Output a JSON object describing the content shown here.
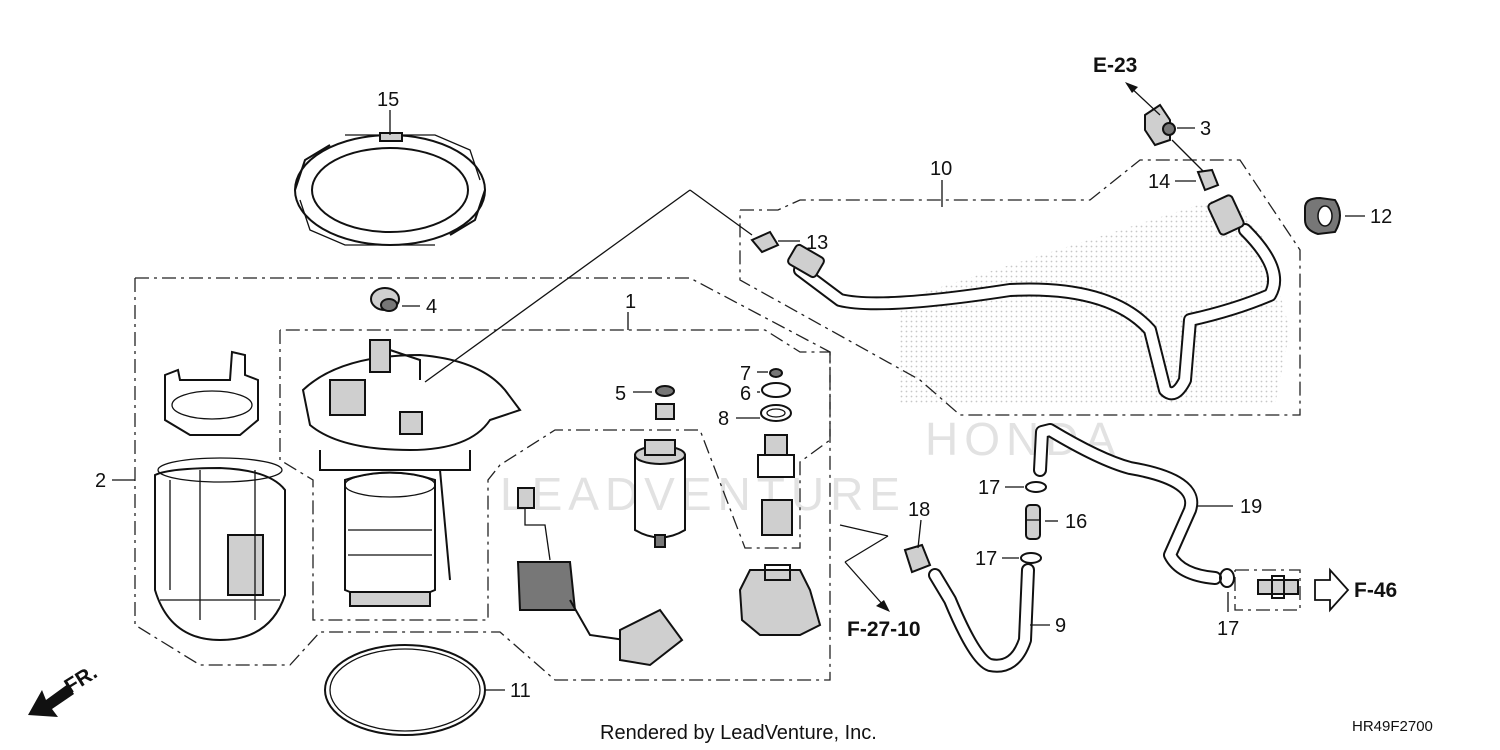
{
  "callouts": {
    "c1": "1",
    "c2": "2",
    "c3": "3",
    "c4": "4",
    "c5": "5",
    "c6": "6",
    "c7": "7",
    "c8": "8",
    "c9": "9",
    "c10": "10",
    "c11": "11",
    "c12": "12",
    "c13": "13",
    "c14": "14",
    "c15": "15",
    "c16": "16",
    "c17a": "17",
    "c17b": "17",
    "c17c": "17",
    "c18": "18",
    "c19": "19"
  },
  "references": {
    "e23": "E-23",
    "f46": "F-46",
    "f2710": "F-27-10"
  },
  "direction": {
    "front": "FR."
  },
  "watermark": {
    "text": "LEADVENTURE",
    "logo": "HONDA"
  },
  "footer": {
    "credit": "Rendered by LeadVenture, Inc.",
    "diagram_code": "HR49F2700"
  },
  "colors": {
    "line": "#111111",
    "watermark": "#e2e2e2",
    "stipple": "#b9b9b9"
  },
  "icons": {
    "front_arrow": "fr-arrow-icon",
    "ref_arrow": "reference-arrow-icon"
  }
}
